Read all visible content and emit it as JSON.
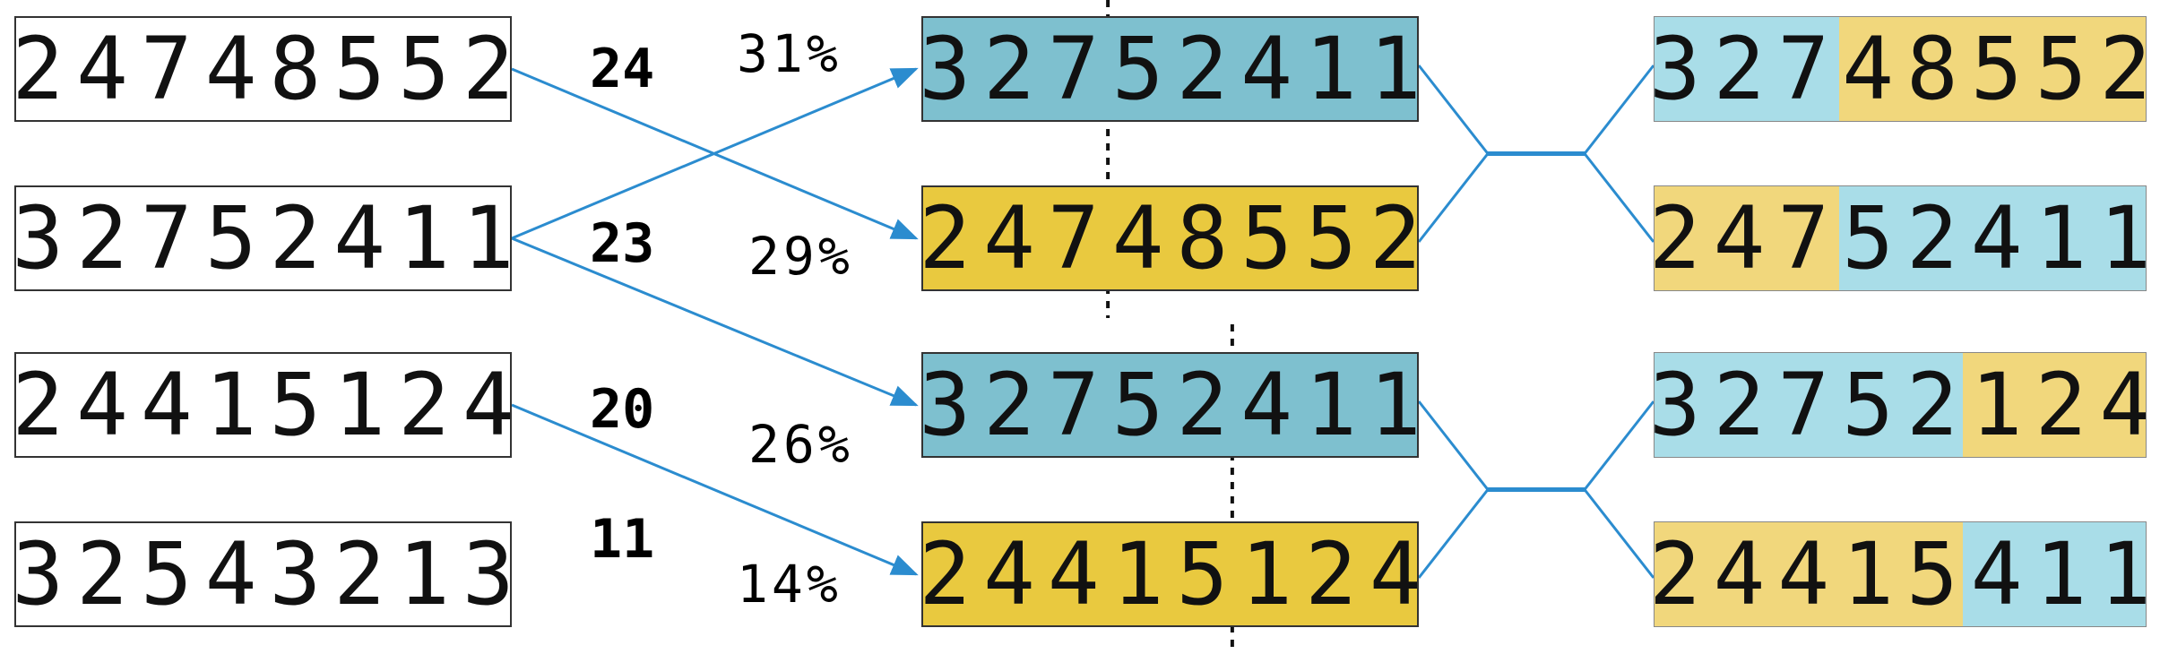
{
  "colors": {
    "blue_dark": "#7ec0cf",
    "yellow_dark": "#e9c93f",
    "blue_light": "#a9dde8",
    "yellow_light": "#f1d77c",
    "arrow": "#2b8ccf",
    "fitness": "#e0222a",
    "probability": "#4a48a0"
  },
  "population": [
    {
      "genes": "24748552",
      "fitness": "24",
      "probability": "31%"
    },
    {
      "genes": "32752411",
      "fitness": "23",
      "probability": "29%"
    },
    {
      "genes": "24415124",
      "fitness": "20",
      "probability": "26%"
    },
    {
      "genes": "32543213",
      "fitness": "11",
      "probability": "14%"
    }
  ],
  "selected": [
    {
      "genes": "32752411",
      "crossover_point": 3,
      "color": "blue"
    },
    {
      "genes": "24748552",
      "crossover_point": 3,
      "color": "yellow"
    },
    {
      "genes": "32752411",
      "crossover_point": 5,
      "color": "blue"
    },
    {
      "genes": "24415124",
      "crossover_point": 5,
      "color": "yellow"
    }
  ],
  "selection_links": [
    {
      "from": 0,
      "to": 1
    },
    {
      "from": 1,
      "to": 0
    },
    {
      "from": 1,
      "to": 2
    },
    {
      "from": 2,
      "to": 3
    }
  ],
  "offspring": [
    {
      "genes": "32748552",
      "split": 3,
      "left_color": "blue",
      "right_color": "yellow"
    },
    {
      "genes": "24752411",
      "split": 3,
      "left_color": "yellow",
      "right_color": "blue"
    },
    {
      "genes": "32752124",
      "split": 5,
      "left_color": "blue",
      "right_color": "yellow"
    },
    {
      "genes": "24415411",
      "split": 5,
      "left_color": "yellow",
      "right_color": "blue"
    }
  ]
}
